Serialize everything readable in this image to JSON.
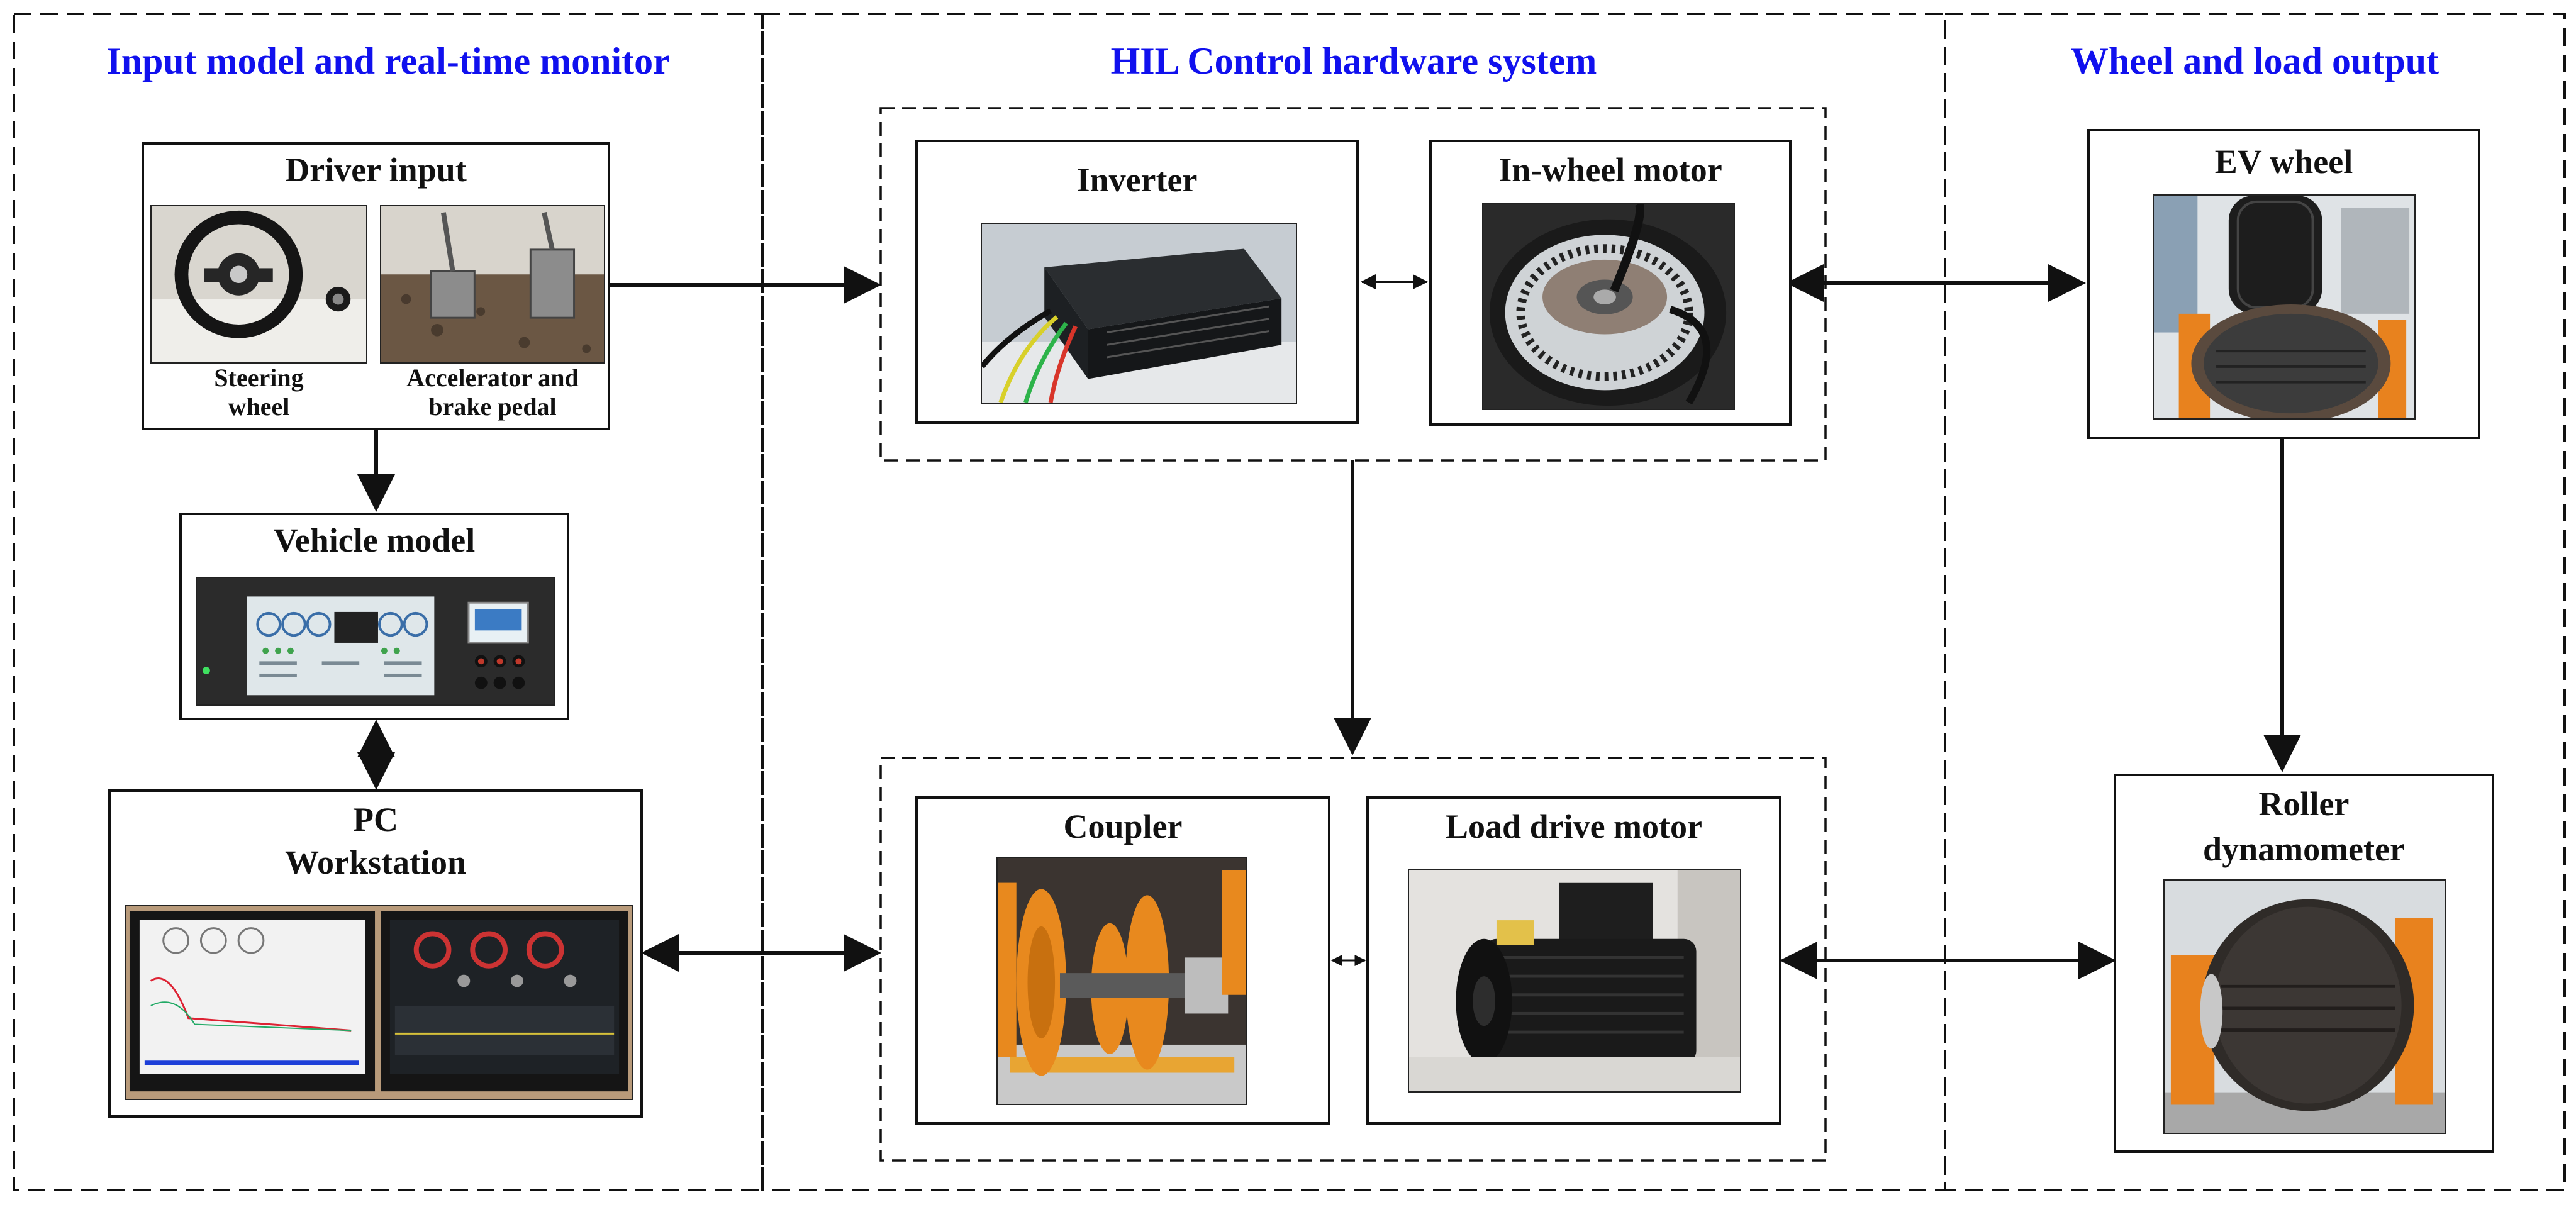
{
  "sections": {
    "left": "Input model and real-time monitor",
    "middle": "HIL Control hardware system",
    "right": "Wheel and load output"
  },
  "blocks": {
    "driver_input": {
      "title": "Driver input",
      "steering_caption_1": "Steering",
      "steering_caption_2": "wheel",
      "pedal_caption_1": "Accelerator and",
      "pedal_caption_2": "brake pedal"
    },
    "vehicle_model": {
      "title": "Vehicle model"
    },
    "pc_workstation": {
      "title_1": "PC",
      "title_2": "Workstation"
    },
    "inverter": {
      "title": "Inverter"
    },
    "in_wheel_motor": {
      "title": "In-wheel motor"
    },
    "ev_wheel": {
      "title": "EV wheel"
    },
    "coupler": {
      "title": "Coupler"
    },
    "load_drive_motor": {
      "title": "Load drive motor"
    },
    "roller_dynamometer": {
      "title_1": "Roller",
      "title_2": "dynamometer"
    }
  },
  "colors": {
    "section_title": "#1010ee",
    "lines": "#111111",
    "orange": "#e8821e",
    "dark": "#1e1e1e"
  }
}
